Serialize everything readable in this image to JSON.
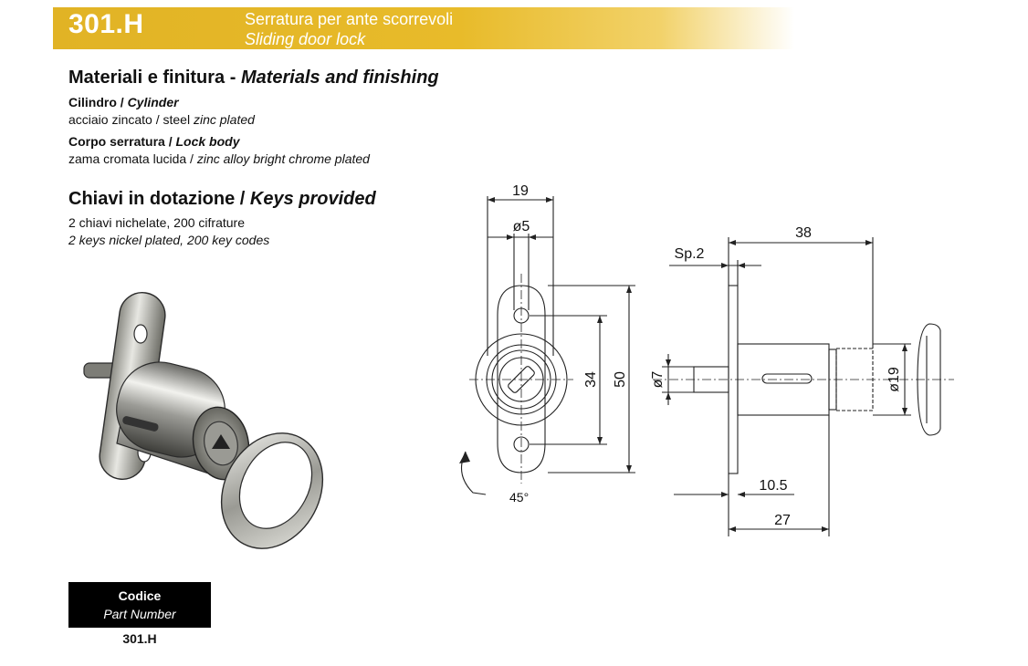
{
  "header": {
    "code": "301.H",
    "title_it": "Serratura per ante scorrevoli",
    "title_en": "Sliding door lock"
  },
  "materials": {
    "heading_it": "Materiali e finitura - ",
    "heading_en": "Materials and finishing",
    "cylinder_label_it": "Cilindro / ",
    "cylinder_label_en": "Cylinder",
    "cylinder_value_it": "acciaio zincato / steel ",
    "cylinder_value_en": "zinc plated",
    "body_label_it": "Corpo serratura / ",
    "body_label_en": "Lock body",
    "body_value_it": "zama cromata lucida / ",
    "body_value_en": "zinc alloy bright chrome plated"
  },
  "keys": {
    "heading_it": "Chiavi in dotazione / ",
    "heading_en": "Keys provided",
    "line_it": "2 chiavi nichelate, 200 cifrature",
    "line_en": "2 keys nickel plated, 200 key codes"
  },
  "drawing": {
    "dim_width": "19",
    "dim_hole": "ø5",
    "dim_34": "34",
    "dim_50": "50",
    "rotation": "45°",
    "dim_38": "38",
    "dim_sp": "Sp.2",
    "dim_pin": "ø7",
    "dim_cyl": "ø19",
    "dim_105": "10.5",
    "dim_27": "27"
  },
  "part_number": {
    "label_it": "Codice",
    "label_en": "Part Number",
    "value": "301.H"
  }
}
